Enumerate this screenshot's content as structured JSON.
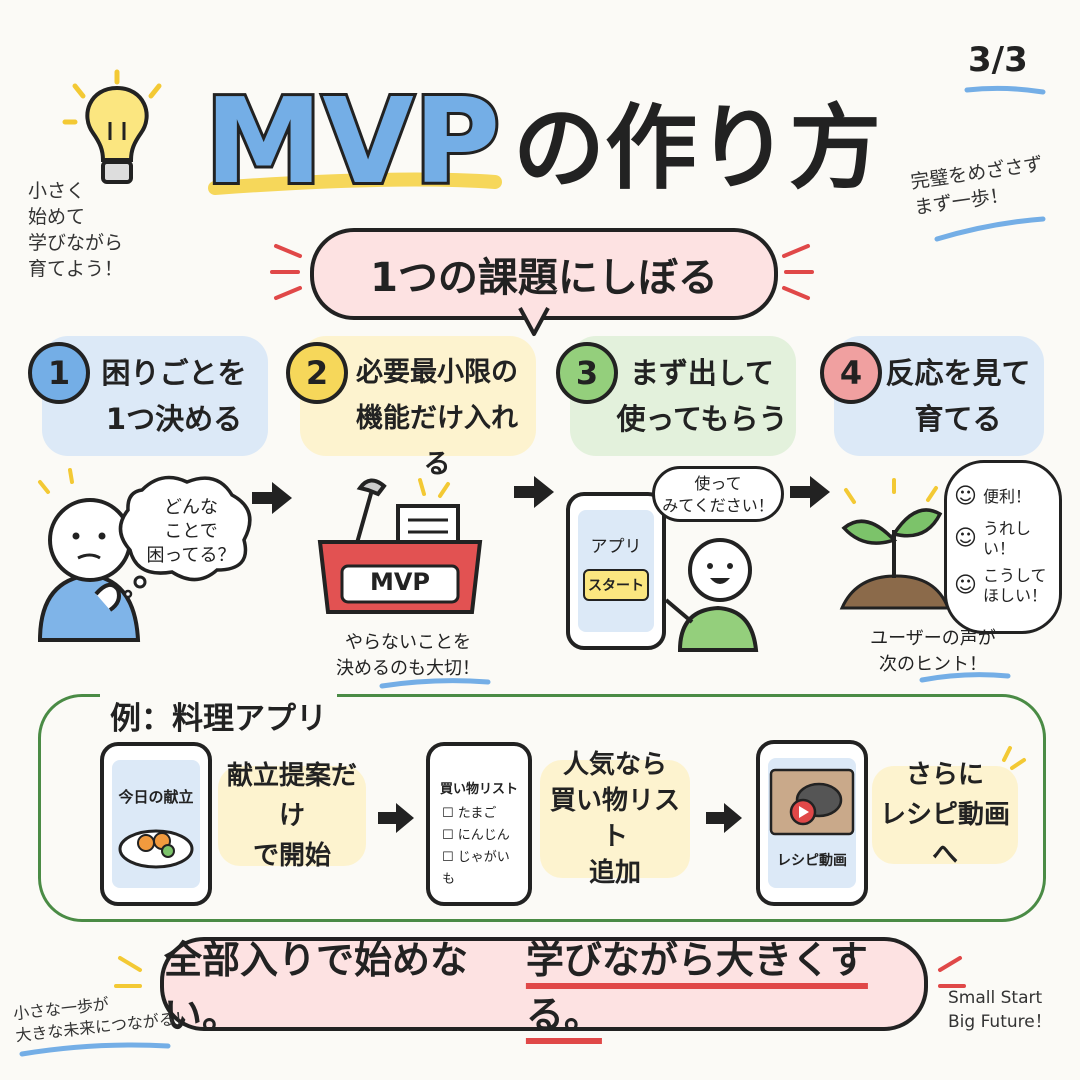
{
  "page_number": "3/3",
  "title": {
    "latin": "MVP",
    "rest": "の作り方"
  },
  "side_notes": {
    "top_left": [
      "小さく",
      "始めて",
      "学びながら",
      "育てよう！"
    ],
    "top_right": [
      "完璧をめざさず",
      "まず一歩！"
    ],
    "bottom_left": [
      "小さな一歩が",
      "大きな未来につながる！"
    ],
    "bottom_right": [
      "Small Start",
      "Big Future！"
    ]
  },
  "focus_heading": "1つの課題にしぼる",
  "steps": [
    {
      "num": "1",
      "line1": "困りごとを",
      "line2": "1つ決める",
      "color": "#dce9f7",
      "circle": "#74aee6"
    },
    {
      "num": "2",
      "line1": "必要最小限の",
      "line2": "機能だけ入れる",
      "color": "#fdf3cf",
      "circle": "#f6d75a"
    },
    {
      "num": "3",
      "line1": "まず出して",
      "line2": "使ってもらう",
      "color": "#e3f1dc",
      "circle": "#94cf7c"
    },
    {
      "num": "4",
      "line1": "反応を見て",
      "line2": "育てる",
      "color": "#dce9f7",
      "circle": "#f0a0a0"
    }
  ],
  "step1_thought": [
    "どんな",
    "ことで",
    "困ってる？"
  ],
  "step2_box_label": "MVP",
  "step2_caption": [
    "やらないことを",
    "決めるのも大切！"
  ],
  "step3_phone": {
    "app": "アプリ",
    "start": "スタート"
  },
  "step3_speech": [
    "使って",
    "みてください！"
  ],
  "step4_feedback": [
    "便利！",
    "うれしい！",
    "こうして ほしい！"
  ],
  "step4_caption": [
    "ユーザーの声が",
    "次のヒント！"
  ],
  "example": {
    "label": "例：料理アプリ",
    "phone1_title": "今日の献立",
    "note1": [
      "献立提案だけ",
      "で開始"
    ],
    "phone2_title": "買い物リスト",
    "phone2_items": [
      "たまご",
      "にんじん",
      "じゃがいも",
      "…"
    ],
    "note2": [
      "人気なら",
      "買い物リスト",
      "追加"
    ],
    "phone3_title": "レシピ動画",
    "note3": [
      "さらに",
      "レシピ動画へ"
    ]
  },
  "bottom_message": {
    "part1": "全部入りで始めない。",
    "part2": "学びながら大きくする。"
  },
  "colors": {
    "blue": "#74aee6",
    "yellow": "#f6d75a",
    "green": "#94cf7c",
    "pink": "#fde2e2",
    "red": "#e04848"
  }
}
